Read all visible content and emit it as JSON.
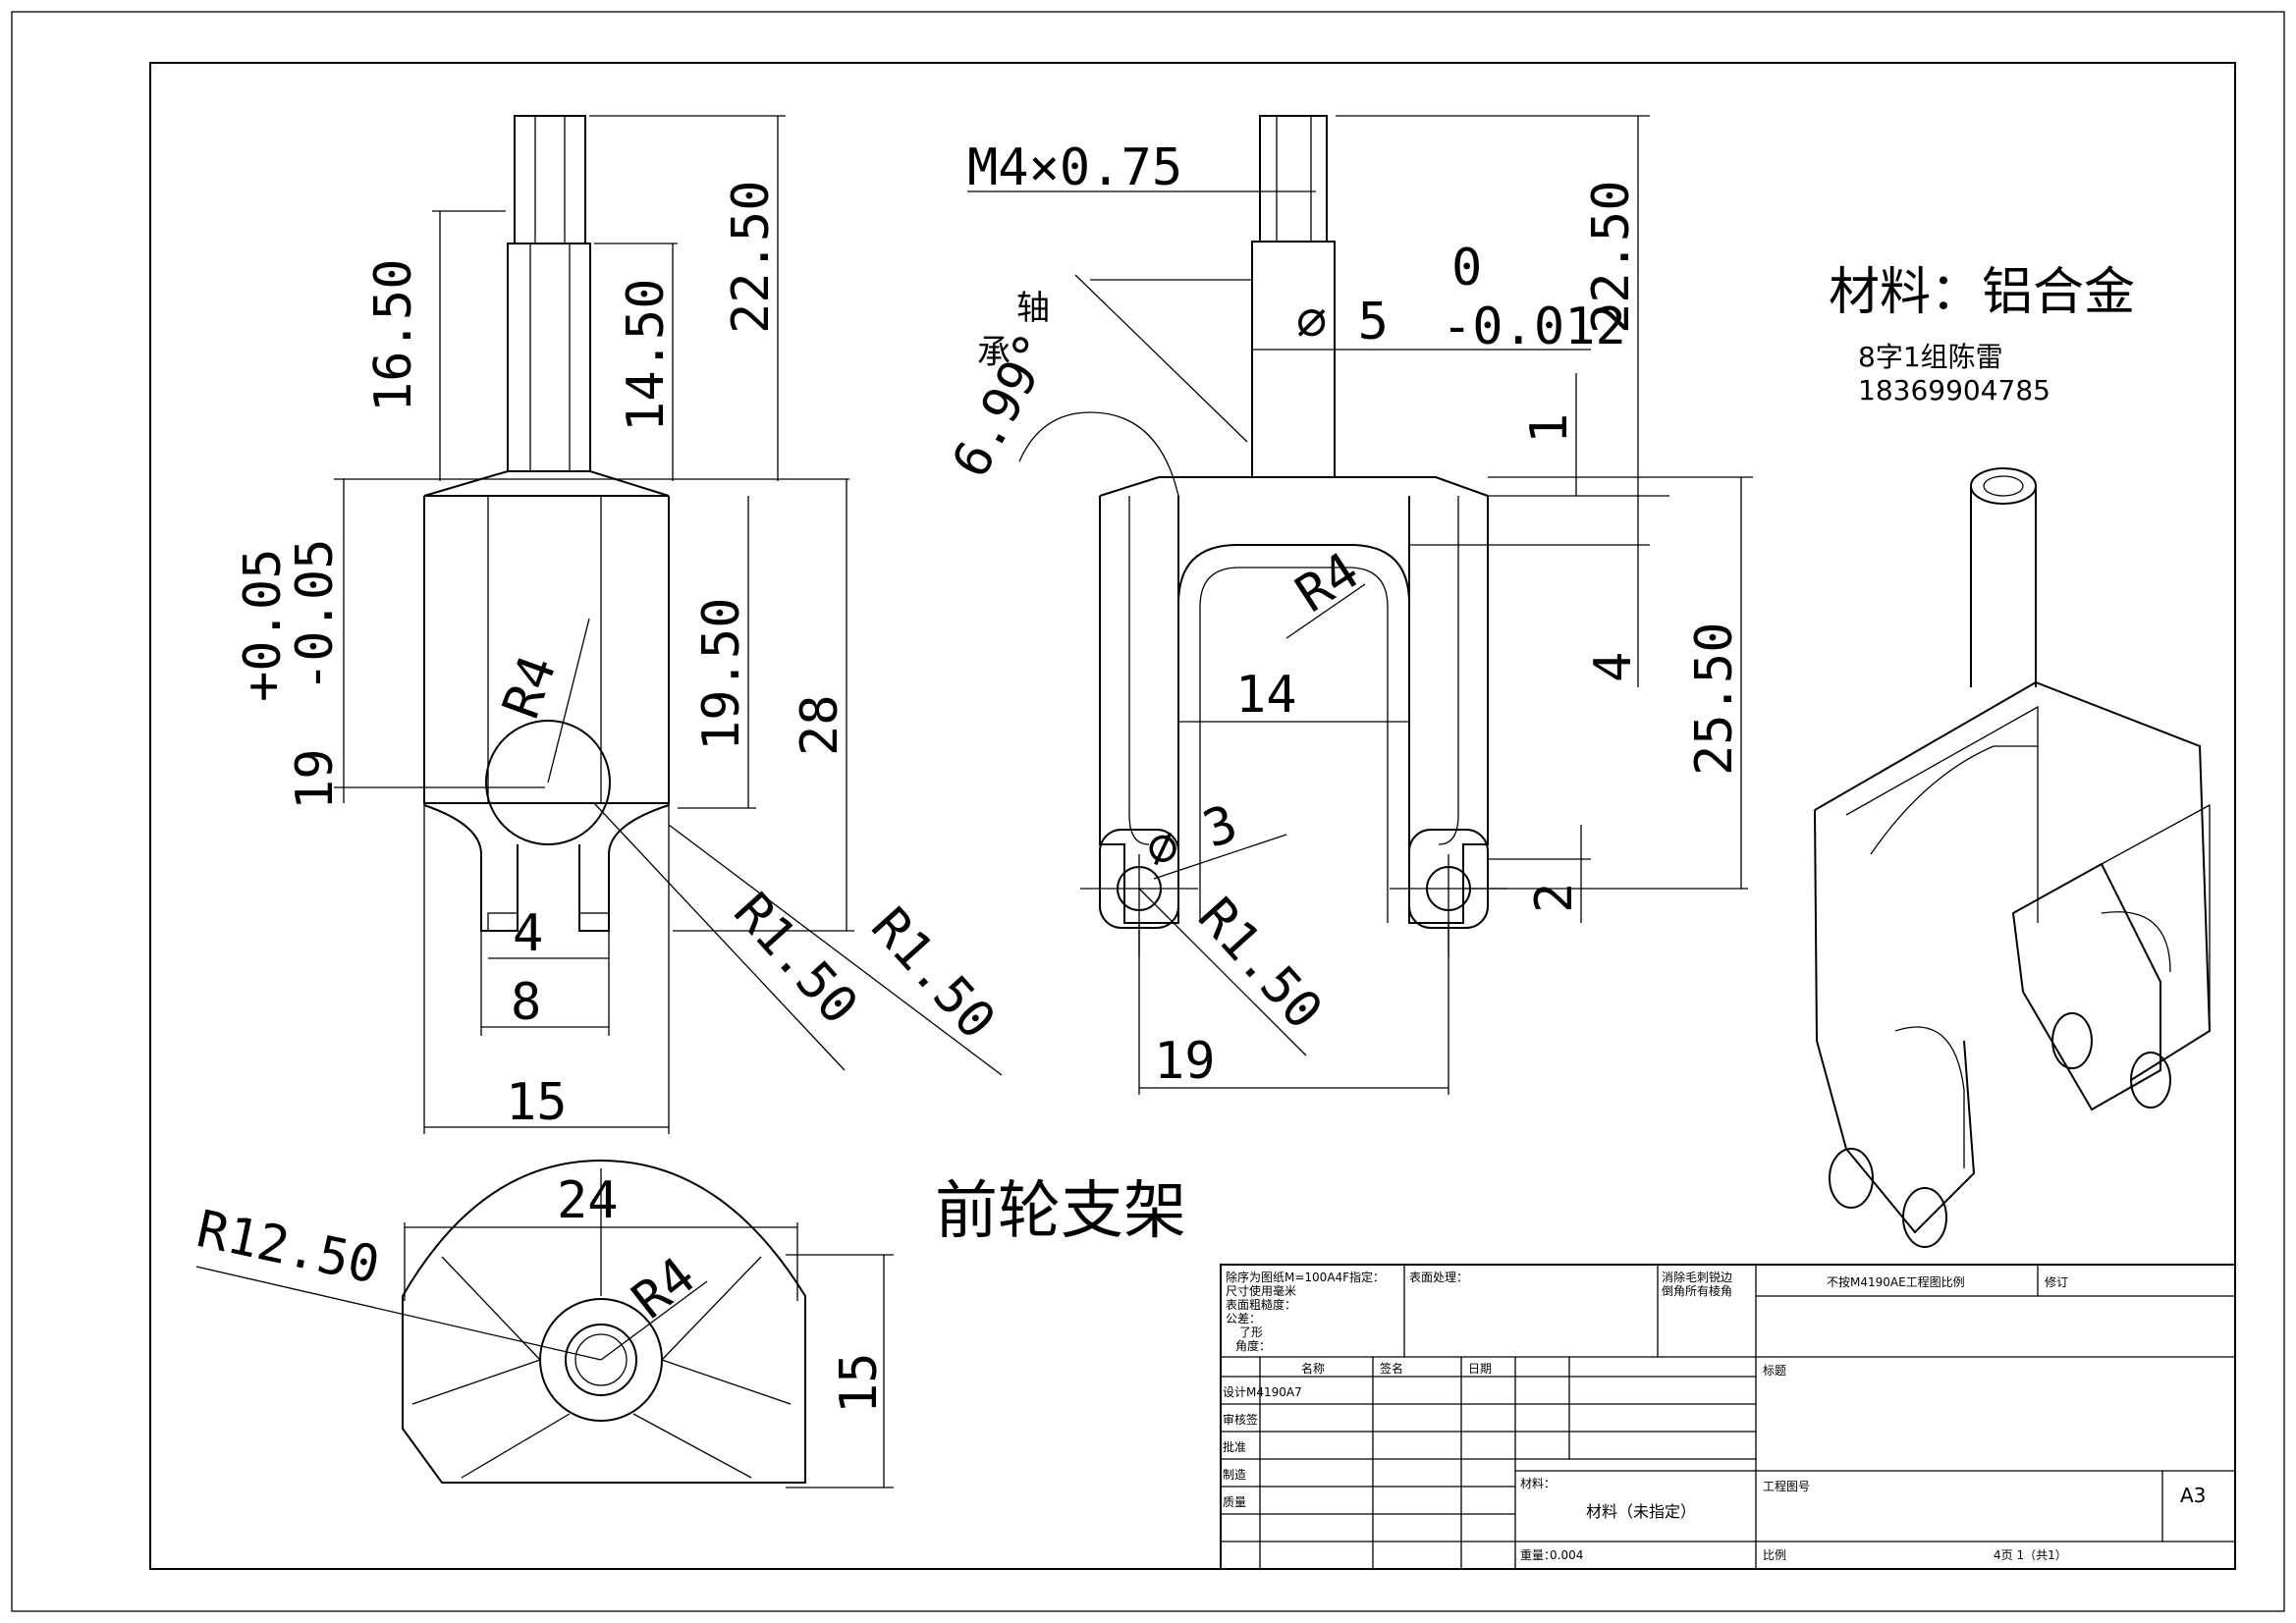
{
  "drawing": {
    "title": "前轮支架",
    "material_note": "材料：铝合金",
    "author_line": "8字1组陈雷",
    "phone": "18369904785",
    "bearing_label_1": "轴",
    "bearing_label_2": "承",
    "angle": "6.99°"
  },
  "dims_left": {
    "d1": "16.50",
    "d2": "14.50",
    "d3": "22.50",
    "d4": "+0.05",
    "d5": "-0.05",
    "d6": "19",
    "d7": "19.50",
    "d8": "28",
    "d9": "R4",
    "d10": "4",
    "d11": "8",
    "d12": "15",
    "d13": "R1.50",
    "d14": "R1.50"
  },
  "dims_mid": {
    "thread": "M4×0.75",
    "dia": "⌀ 5",
    "tol_up": "0",
    "tol_low": "-0.012",
    "d1": "22.50",
    "d2": "1",
    "d3": "R4",
    "d4": "4",
    "d5": "25.50",
    "d6": "14",
    "d7": "⌀ 3",
    "d8": "2",
    "d9": "R1.50",
    "d10": "19"
  },
  "dims_bottom": {
    "d1": "24",
    "d2": "R12.50",
    "d3": "R4",
    "d4": "15"
  },
  "title_block": {
    "c1": "除序为图纸M=100A4F指定：",
    "c2": "尺寸使用毫米",
    "c3": "表面粗糙度：",
    "c4": "公差：",
    "c5": "了形",
    "c6": "角度：",
    "c7": "表面处理：",
    "c8": "消除毛刺锐边",
    "c9": "倒角所有棱角",
    "c10": "不按M4190AE工程图比例",
    "c11": "修订",
    "h1": "名称",
    "h2": "签名",
    "h3": "日期",
    "r1": "设计M4190A7",
    "r2": "审核签",
    "r3": "批准",
    "r4": "制造",
    "r5": "质量",
    "material_label": "材料：",
    "material": "材料（未指定）",
    "weight_label": "重量：",
    "weight": "0.004",
    "drawing_no_label": "工程图号",
    "scale_label": "比例",
    "sheet": "4页 1（共1）",
    "size": "A3",
    "title_label": "标题"
  }
}
